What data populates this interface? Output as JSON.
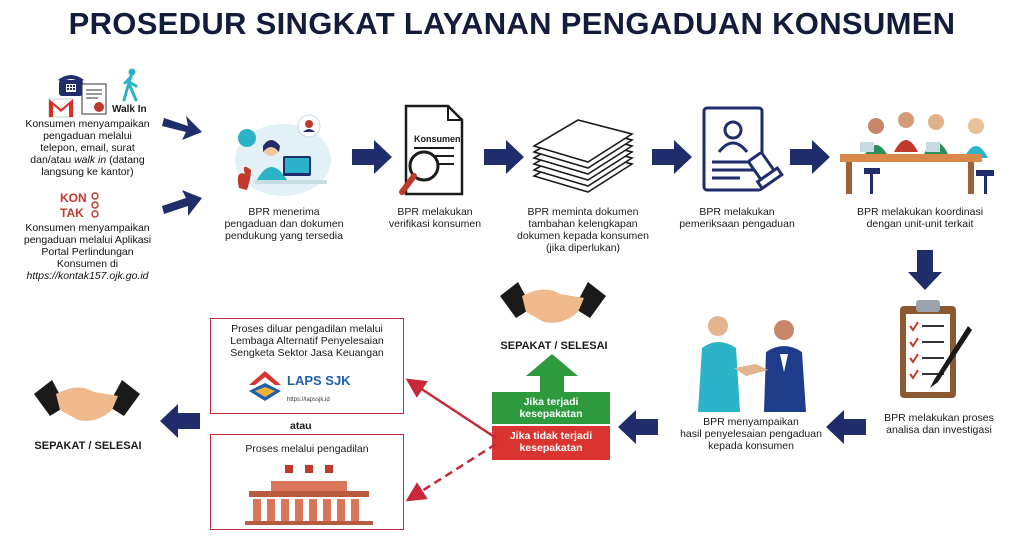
{
  "title": "PROSEDUR SINGKAT LAYANAN PENGADUAN KONSUMEN",
  "walk_in_label": "Walk In",
  "source1_text": [
    "Konsumen menyampaikan",
    "pengaduan  melalui",
    "telepon, email, surat",
    "dan/atau walk in (datang",
    "langsung ke kantor)"
  ],
  "kontak_logo": "KON TAK 157",
  "source2_text": [
    "Konsumen menyampaikan",
    "pengaduan melalui  Aplikasi",
    "Portal Perlindungan",
    "Konsumen di",
    "https://kontak157.ojk.go.id"
  ],
  "steps": {
    "s1": [
      "BPR menerima",
      "pengaduan dan dokumen",
      "pendukung yang tersedia"
    ],
    "s2": [
      "BPR melakukan",
      "verifikasi konsumen"
    ],
    "s2_doc_label": "Konsumen",
    "s3": [
      "BPR meminta dokumen",
      "tambahan kelengkapan",
      "dokumen kepada konsumen",
      "(jika diperlukan)"
    ],
    "s4": [
      "BPR melakukan",
      "pemeriksaan pengaduan"
    ],
    "s5": [
      "BPR melakukan koordinasi",
      "dengan unit-unit terkait"
    ],
    "s6": [
      "BPR melakukan proses",
      "analisa dan investigasi"
    ],
    "s7": [
      "BPR menyampaikan",
      "hasil  penyelesaian pengaduan",
      "kepada konsumen"
    ]
  },
  "agree_top": "SEPAKAT / SELESAI",
  "green_label": [
    "Jika terjadi",
    "kesepakatan"
  ],
  "red_label": [
    "Jika tidak terjadi",
    "kesepakatan"
  ],
  "laps_box": [
    "Proses diluar pengadilan  melalui",
    "Lembaga Alternatif Penyelesaian",
    "Sengketa Sektor  Jasa Keuangan"
  ],
  "laps_logo": "LAPS SJK",
  "laps_url": "https://lapssjk.id",
  "atau": "atau",
  "court_box": "Proses melalui pengadilan",
  "agree_left": "SEPAKAT / SELESAI",
  "colors": {
    "navy": "#1f2e6b",
    "title": "#141c3c",
    "green": "#2d9a3e",
    "red": "#d9342f",
    "accent": "#2bb3c8"
  }
}
